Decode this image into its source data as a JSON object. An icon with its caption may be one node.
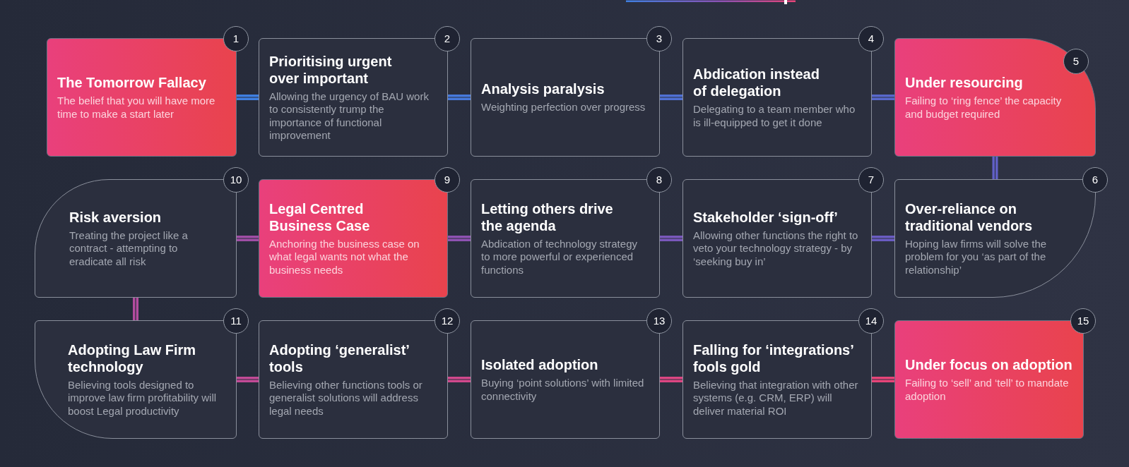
{
  "diagram": {
    "nodes": [
      {
        "text": [
          "1",
          "The Tomorrow Fallacy",
          "The belief that you will have more time to make a start later"
        ]
      },
      {
        "text": [
          "2",
          "Prioritising urgent over important",
          "Allowing the urgency of BAU work to consistently trump the importance of functional improvement"
        ]
      },
      {
        "text": [
          "3",
          "Analysis paralysis",
          "Weighting perfection over progress"
        ]
      },
      {
        "text": [
          "4",
          "Abdication instead of delegation",
          "Delegating to a team member who is ill-equipped to get it done"
        ]
      },
      {
        "text": [
          "5",
          "Under resourcing",
          "Failing to ‘ring fence’ the capacity and budget required"
        ]
      },
      {
        "text": [
          "6",
          "Over-reliance on traditional vendors",
          "Hoping law firms will solve the problem for you ‘as part of the relationship’"
        ]
      },
      {
        "text": [
          "7",
          "Stakeholder ‘sign-off’",
          "Allowing other functions the right to veto your technology strategy - by ‘seeking buy in’"
        ]
      },
      {
        "text": [
          "8",
          "Letting others drive the agenda",
          "Abdication of technology strategy to more powerful or experienced functions"
        ]
      },
      {
        "text": [
          "9",
          "Legal Centred Business Case",
          "Anchoring the business case on what legal wants not what the business needs"
        ]
      },
      {
        "text": [
          "10",
          "Risk aversion",
          "Treating the project like a contract - attempting to eradicate all risk"
        ]
      },
      {
        "text": [
          "11",
          "Adopting Law Firm technology",
          "Believing tools designed to improve law firm profitability will boost Legal productivity"
        ]
      },
      {
        "text": [
          "12",
          "Adopting ‘generalist’ tools",
          "Believing other functions tools or generalist solutions will address legal needs"
        ]
      },
      {
        "text": [
          "13",
          "Isolated adoption",
          "Buying ‘point solutions’ with limited connectivity"
        ]
      },
      {
        "text": [
          "14",
          "Falling for ‘integrations’ fools gold",
          "Believing that integration with other systems (e.g. CRM, ERP) will deliver material ROI"
        ]
      },
      {
        "text": [
          "15",
          "Under focus on adoption",
          "Failing to ‘sell’ and ‘tell’ to mandate adoption"
        ]
      }
    ],
    "edges": [
      {
        "from": 0,
        "to": 1,
        "arrow": "none",
        "color": "#3f7fe0"
      },
      {
        "from": 1,
        "to": 2,
        "arrow": "none",
        "color": "#4679dc"
      },
      {
        "from": 2,
        "to": 3,
        "arrow": "none",
        "color": "#4f70d4"
      },
      {
        "from": 3,
        "to": 4,
        "arrow": "none",
        "color": "#5868cc"
      },
      {
        "from": 4,
        "to": 5,
        "arrow": "none",
        "color": "#6160c6"
      },
      {
        "from": 5,
        "to": 6,
        "arrow": "none",
        "color": "#6a5cc2"
      },
      {
        "from": 6,
        "to": 7,
        "arrow": "none",
        "color": "#7a58bc"
      },
      {
        "from": 7,
        "to": 8,
        "arrow": "none",
        "color": "#8e52b2"
      },
      {
        "from": 8,
        "to": 9,
        "arrow": "none",
        "color": "#a04ea6"
      },
      {
        "from": 9,
        "to": 10,
        "arrow": "none",
        "color": "#b24c9e"
      },
      {
        "from": 10,
        "to": 11,
        "arrow": "none",
        "color": "#c24a96"
      },
      {
        "from": 11,
        "to": 12,
        "arrow": "none",
        "color": "#d0488c"
      },
      {
        "from": 12,
        "to": 13,
        "arrow": "none",
        "color": "#dc4682"
      },
      {
        "from": 13,
        "to": 14,
        "arrow": "none",
        "color": "#e64478"
      }
    ]
  }
}
